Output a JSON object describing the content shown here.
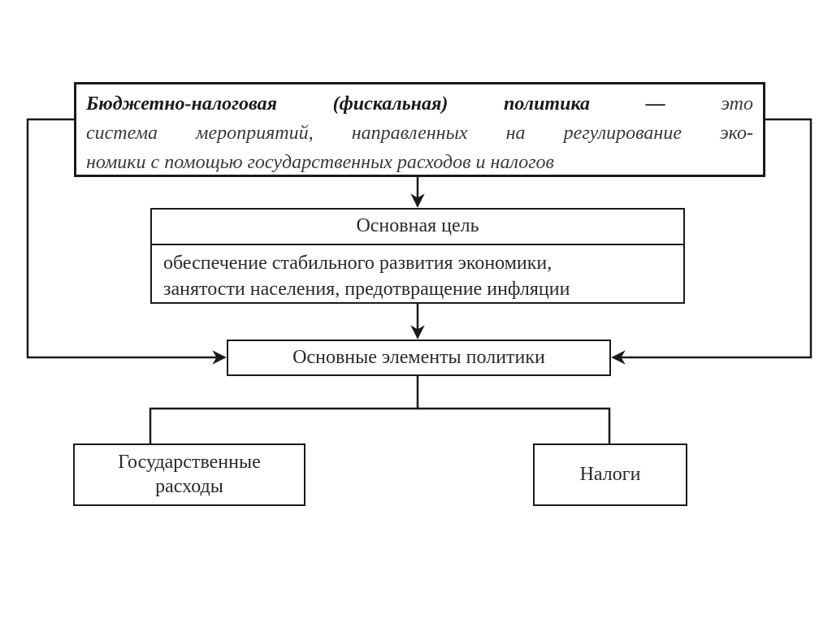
{
  "definition": {
    "term": "Бюджетно-налоговая (фискальная) политика —",
    "line1_rest": "это",
    "line2": "система мероприятий, направленных на регулирование эко-",
    "line3": "номики с помощью государственных расходов и налогов"
  },
  "goal": {
    "title": "Основная цель",
    "line1": "обеспечение стабильного развития экономики,",
    "line2": "занятости населения, предотвращение инфляции"
  },
  "elements": {
    "title": "Основные элементы политики"
  },
  "spending": {
    "line1": "Государственные",
    "line2": "расходы"
  },
  "taxes": {
    "label": "Налоги"
  },
  "colors": {
    "line": "#1a1a1a",
    "text": "#2a2a2a"
  }
}
